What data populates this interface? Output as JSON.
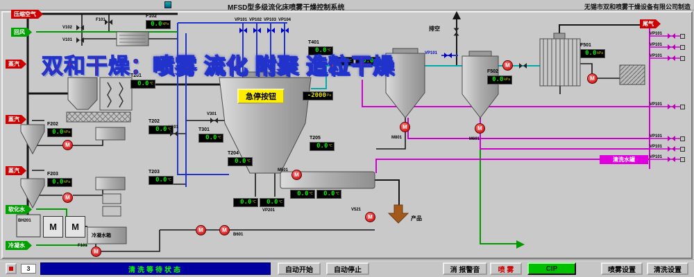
{
  "title_bar": {
    "title": "MFSD型多级流化床喷雾干燥控制系统",
    "manufacturer": "无锡市双和喷雾干燥设备有限公司制造"
  },
  "watermark": {
    "prefix": "双和干燥：",
    "suffix": "喷雾 流化 附聚 造粒干燥"
  },
  "tags": {
    "compressed_air": "压缩空气",
    "return_air": "回风",
    "steam1": "蒸汽",
    "steam2": "蒸汽",
    "steam3": "蒸汽",
    "soft_water": "软化水",
    "condensate": "冷凝水",
    "tail_gas": "尾气",
    "vent": "排空",
    "product": "产品",
    "condensate_tank": "冷凝水箱",
    "cip_tank": "清洗水罐"
  },
  "estop_label": "急停按钮",
  "glyphs": {
    "motor": "M"
  },
  "device_labels": {
    "v101": "V101",
    "v102": "V102",
    "f101_top": "F101",
    "f101_bottom": "F101",
    "vp101": "VP101",
    "vp102": "VP102",
    "vp103": "VP103",
    "vp104": "VP104",
    "vp101_vent": "VP101",
    "vp101_right": "VP101",
    "v201": "V201",
    "v301": "V301",
    "vp201": "VP201",
    "m501": "M501",
    "m801": "M801",
    "m601": "M601",
    "v521": "V521",
    "b601": "B601",
    "bh201": "BH201"
  },
  "displays": [
    {
      "label": "F102",
      "value": "0.0",
      "unit": "kPa"
    },
    {
      "label": "T201",
      "value": "0.0",
      "unit": "℃"
    },
    {
      "label": "T202",
      "value": "0.0",
      "unit": "℃"
    },
    {
      "label": "T203",
      "value": "0.0",
      "unit": "℃"
    },
    {
      "label": "T301",
      "value": "0.0",
      "unit": "℃"
    },
    {
      "label": "T204",
      "value": "0.0",
      "unit": "℃"
    },
    {
      "label": "T205",
      "value": "0.0",
      "unit": "℃"
    },
    {
      "label": "T401",
      "value": "0.0",
      "unit": "℃"
    },
    {
      "label": "",
      "value": "-2000",
      "unit": "Pa"
    },
    {
      "label": "F202",
      "value": "0.0",
      "unit": "kPa"
    },
    {
      "label": "F203",
      "value": "0.0",
      "unit": "kPa"
    },
    {
      "label": "",
      "value": "0.0",
      "unit": "℃"
    },
    {
      "label": "",
      "value": "0.0",
      "unit": "℃"
    },
    {
      "label": "",
      "value": "0.0",
      "unit": "℃"
    },
    {
      "label": "",
      "value": "0.0",
      "unit": "℃"
    },
    {
      "label": "",
      "value": "0.0",
      "unit": "℃"
    },
    {
      "label": "",
      "value": "0.0",
      "unit": "℃"
    },
    {
      "label": "F502",
      "value": "0.0",
      "unit": "kPa"
    },
    {
      "label": "F501",
      "value": "0.0",
      "unit": "kPa"
    }
  ],
  "status_bar": {
    "text": "清洗等待状态",
    "counter": "3"
  },
  "buttons": {
    "auto_start": "自动开始",
    "auto_stop": "自动停止",
    "mute_alarm": "消 报警音",
    "spray": "喷 雾",
    "cip": "CIP",
    "spray_settings": "喷雾设置",
    "wash_settings": "清洗设置"
  }
}
